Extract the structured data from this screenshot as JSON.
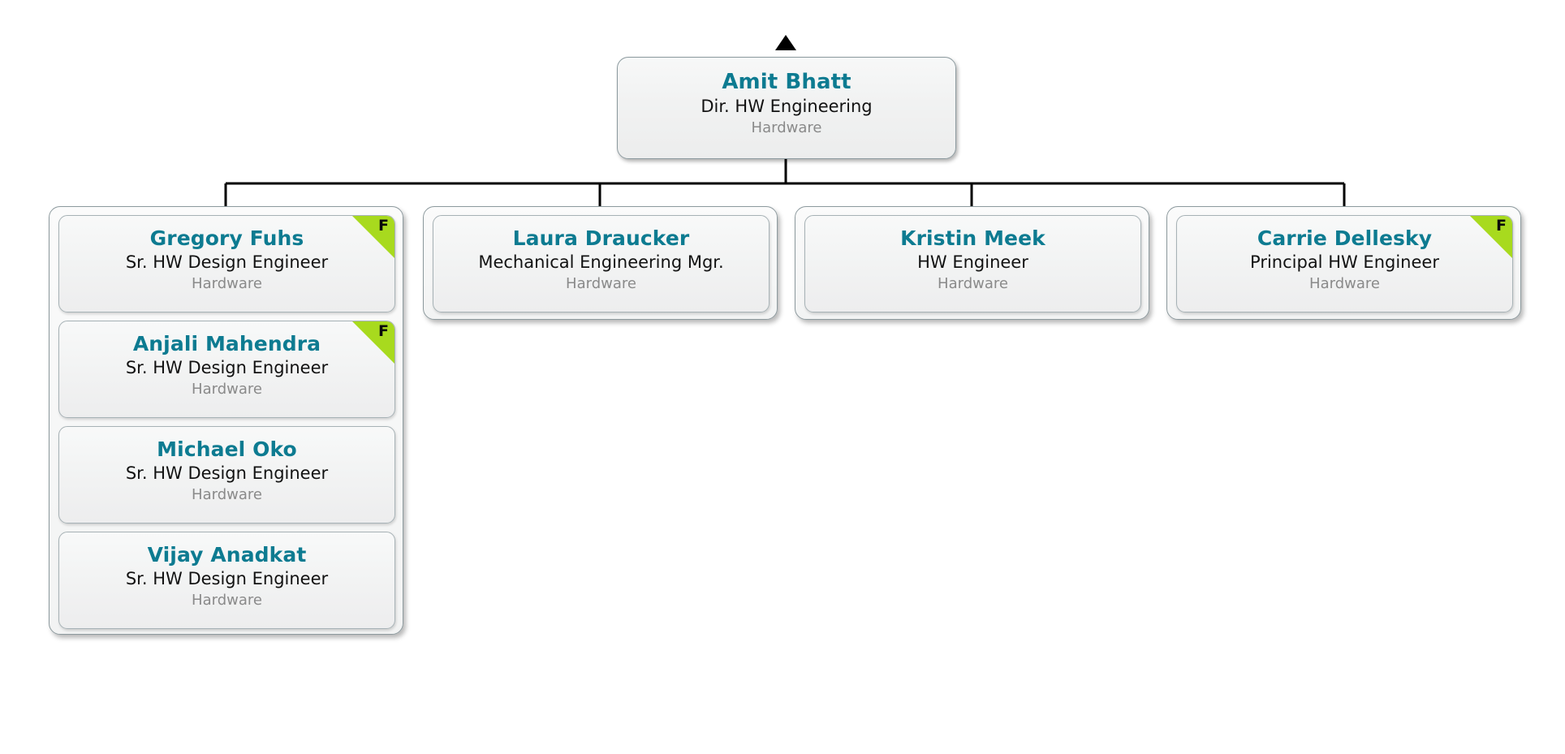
{
  "chart": {
    "type": "org-chart",
    "department_filter": "Hardware",
    "accent_color": "#0d7b91",
    "flag_color": "#a8da1e",
    "card_border_color": "#9aa7ab",
    "connector_color": "#000000",
    "background_color": "#ffffff",
    "flag_letter": "F",
    "collapse_marker": "triangle-up"
  },
  "root": {
    "name": "Amit Bhatt",
    "title": "Dir. HW Engineering",
    "department": "Hardware",
    "flag": false
  },
  "columns": [
    {
      "id": "column-1",
      "grouped": true,
      "nodes": [
        {
          "name": "Gregory Fuhs",
          "title": "Sr. HW Design Engineer",
          "department": "Hardware",
          "flag": true
        },
        {
          "name": "Anjali Mahendra",
          "title": "Sr. HW Design Engineer",
          "department": "Hardware",
          "flag": true
        },
        {
          "name": "Michael Oko",
          "title": "Sr. HW Design Engineer",
          "department": "Hardware",
          "flag": false
        },
        {
          "name": "Vijay Anadkat",
          "title": "Sr. HW Design Engineer",
          "department": "Hardware",
          "flag": false
        }
      ]
    },
    {
      "id": "column-2",
      "grouped": false,
      "nodes": [
        {
          "name": "Laura Draucker",
          "title": "Mechanical Engineering Mgr.",
          "department": "Hardware",
          "flag": false
        }
      ]
    },
    {
      "id": "column-3",
      "grouped": false,
      "nodes": [
        {
          "name": "Kristin Meek",
          "title": "HW Engineer",
          "department": "Hardware",
          "flag": false
        }
      ]
    },
    {
      "id": "column-4",
      "grouped": false,
      "nodes": [
        {
          "name": "Carrie Dellesky",
          "title": "Principal HW Engineer",
          "department": "Hardware",
          "flag": true
        }
      ]
    }
  ]
}
